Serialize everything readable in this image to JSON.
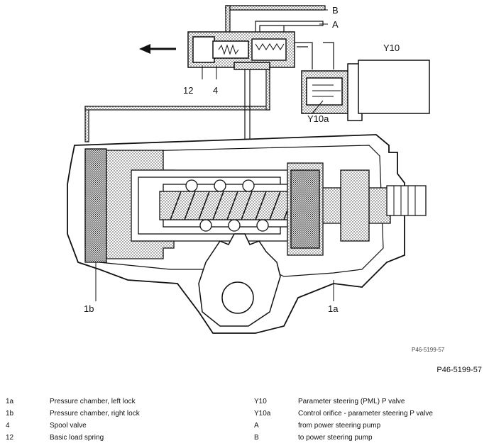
{
  "callouts": {
    "b": "B",
    "a": "A",
    "y10": "Y10",
    "y10a": "Y10a",
    "n12": "12",
    "n4": "4",
    "n1b": "1b",
    "n1a": "1a"
  },
  "drawing_ref": "P46-5199-57",
  "figure_id": "P46-5199-57",
  "legend_left": [
    {
      "key": "1a",
      "text": "Pressure chamber, left lock"
    },
    {
      "key": "1b",
      "text": "Pressure chamber, right lock"
    },
    {
      "key": "4",
      "text": "Spool valve"
    },
    {
      "key": "12",
      "text": "Basic load spring"
    }
  ],
  "legend_right": [
    {
      "key": "Y10",
      "text": "Parameter steering (PML) P valve"
    },
    {
      "key": "Y10a",
      "text": "Control orifice - parameter steering P valve"
    },
    {
      "key": "A",
      "text": "from power steering pump"
    },
    {
      "key": "B",
      "text": "to power steering pump"
    }
  ]
}
